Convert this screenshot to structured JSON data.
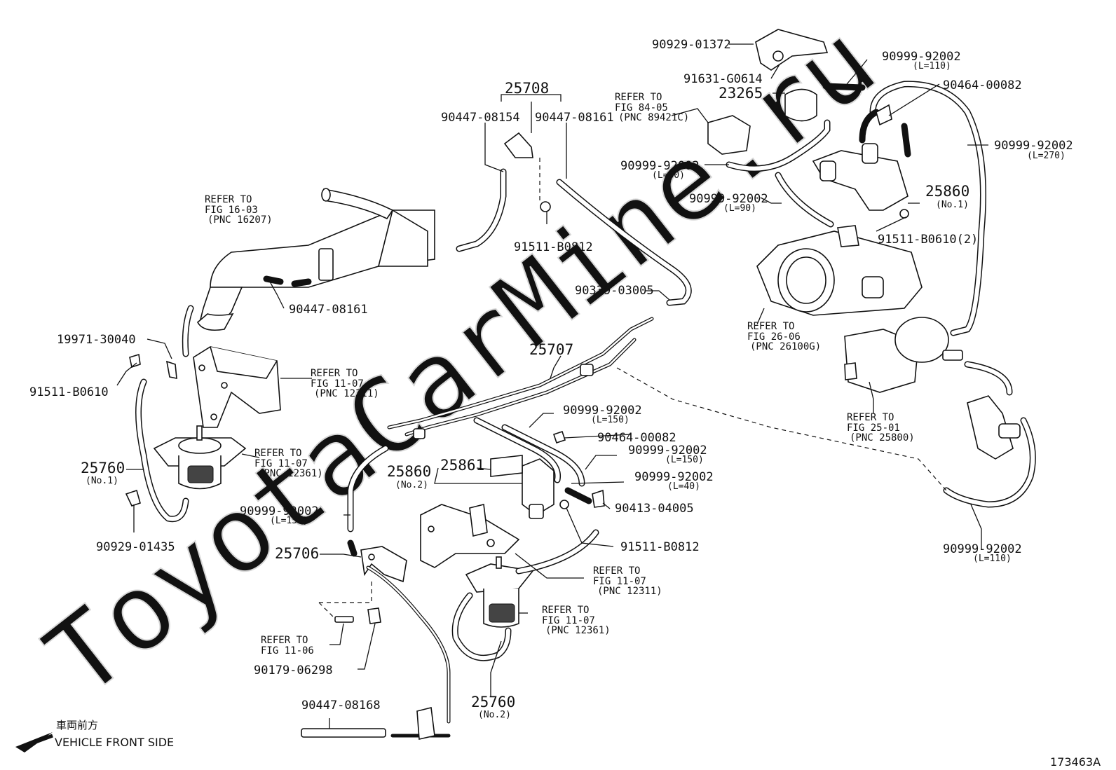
{
  "watermark": "ToyotaCarMine.ru",
  "figure_id": "173463A",
  "orientation": {
    "japanese": "車両前方",
    "english": "VEHICLE FRONT SIDE"
  },
  "callouts": {
    "p_90929_01372": "90929-01372",
    "p_91631_g0614": "91631-G0614",
    "p_23265": "23265",
    "p_90999_92002_a": "90999-92002",
    "p_90999_92002_a_len": "(L=110)",
    "p_90464_00082_a": "90464-00082",
    "p_90999_92002_b": "90999-92002",
    "p_90999_92002_b_len": "(L=270)",
    "p_25860_no1": "25860",
    "p_25860_no1_sub": "(No.1)",
    "p_91511_b0610_2": "91511-B0610(2)",
    "p_90999_92002_c": "90999-92002",
    "p_90999_92002_c_len": "(L=80)",
    "p_90999_92002_d": "90999-92002",
    "p_90999_92002_d_len": "(L=90)",
    "p_25708": "25708",
    "p_90447_08154": "90447-08154",
    "p_90447_08161_a": "90447-08161",
    "p_91511_b0812_a": "91511-B0812",
    "p_90447_08161_b": "90447-08161",
    "p_90339_03005": "90339-03005",
    "p_19971_30040": "19971-30040",
    "p_91511_b0610": "91511-B0610",
    "p_25707": "25707",
    "p_25760_no1": "25760",
    "p_25760_no1_sub": "(No.1)",
    "p_90929_01435": "90929-01435",
    "p_90999_92002_e": "90999-92002",
    "p_90999_92002_e_len": "(L=150)",
    "p_90464_00082_b": "90464-00082",
    "p_90999_92002_f": "90999-92002",
    "p_90999_92002_f_len": "(L=150)",
    "p_90999_92002_g": "90999-92002",
    "p_90999_92002_g_len": "(L=40)",
    "p_90413_04005": "90413-04005",
    "p_91511_b0812_b": "91511-B0812",
    "p_25860_no2": "25860",
    "p_25860_no2_sub": "(No.2)",
    "p_25861": "25861",
    "p_90999_92002_h": "90999-92002",
    "p_90999_92002_h_len": "(L=150)",
    "p_25706": "25706",
    "p_90179_06298": "90179-06298",
    "p_90447_08168": "90447-08168",
    "p_25760_no2": "25760",
    "p_25760_no2_sub": "(No.2)",
    "p_90999_92002_i": "90999-92002",
    "p_90999_92002_i_len": "(L=110)"
  },
  "references": {
    "r_84_05": [
      "REFER TO",
      "FIG 84-05",
      "(PNC 89421C)"
    ],
    "r_16_03": [
      "REFER TO",
      "FIG 16-03",
      "(PNC 16207)"
    ],
    "r_26_06": [
      "REFER TO",
      "FIG 26-06",
      "(PNC 26100G)"
    ],
    "r_11_07_a": [
      "REFER TO",
      "FIG 11-07",
      "(PNC 12311)"
    ],
    "r_11_07_b": [
      "REFER TO",
      "FIG 11-07",
      "(PNC 12361)"
    ],
    "r_25_01": [
      "REFER TO",
      "FIG 25-01",
      "(PNC 25800)"
    ],
    "r_11_07_c": [
      "REFER TO",
      "FIG 11-07",
      "(PNC 12311)"
    ],
    "r_11_06": [
      "REFER TO",
      "FIG 11-06"
    ],
    "r_11_07_d": [
      "REFER TO",
      "FIG 11-07",
      "(PNC 12361)"
    ]
  }
}
